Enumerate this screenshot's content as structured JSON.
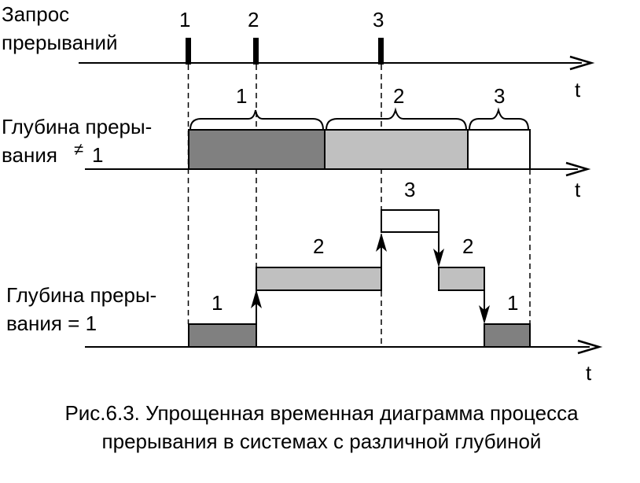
{
  "rows": {
    "request": {
      "label_line1": "Запрос",
      "label_line2": "прерываний",
      "markers": [
        "1",
        "2",
        "3"
      ]
    },
    "depth_ne1": {
      "label_line1": "Глубина преры-",
      "label_line2": "вания",
      "label_suffix": "1",
      "brace_labels": [
        "1",
        "2",
        "3"
      ]
    },
    "depth_eq1": {
      "label_line1": "Глубина преры-",
      "label_line2": "вания  = 1",
      "block_labels": [
        "1",
        "2",
        "3",
        "2",
        "1"
      ]
    }
  },
  "symbols": {
    "not_equal": "≠"
  },
  "axis_label": "t",
  "colors": {
    "level1": "#808080",
    "level2": "#c0c0c0",
    "level3": "#ffffff",
    "line": "#000000"
  },
  "caption": {
    "line1": "Рис.6.3. Упрощенная временная диаграмма процесса",
    "line2": "прерывания в системах с различной глубиной"
  }
}
